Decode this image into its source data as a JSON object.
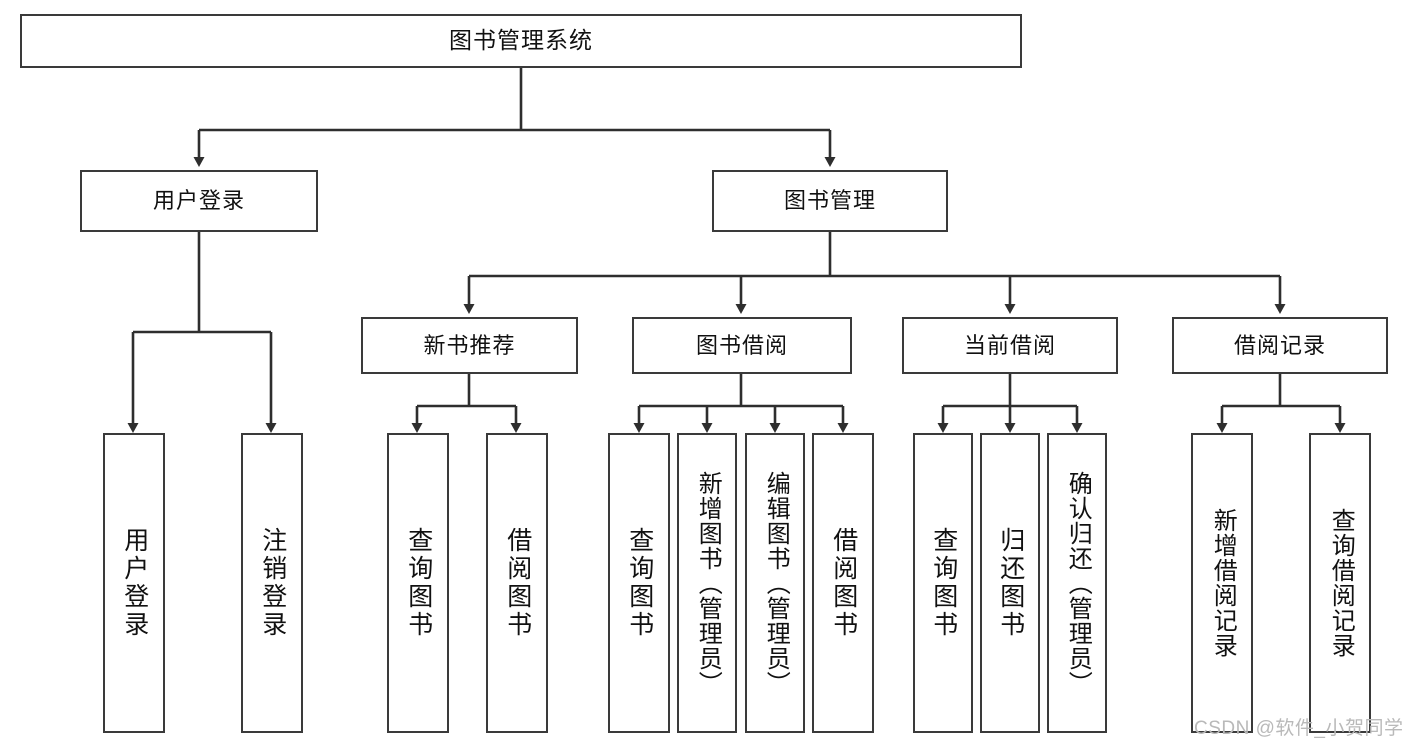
{
  "diagram": {
    "title": "图书管理系统",
    "type": "tree-hierarchy-chart",
    "stroke_color": "#3a3a3a",
    "fill_color": "#ffffff",
    "text_color": "#111111",
    "nodes": {
      "root": {
        "label": "图书管理系统"
      },
      "level2": [
        {
          "id": "user-login",
          "label": "用户登录"
        },
        {
          "id": "book-management",
          "label": "图书管理"
        }
      ],
      "level3": [
        {
          "id": "new-book-recommend",
          "label": "新书推荐"
        },
        {
          "id": "book-borrow",
          "label": "图书借阅"
        },
        {
          "id": "current-borrow",
          "label": "当前借阅"
        },
        {
          "id": "borrow-record",
          "label": "借阅记录"
        }
      ],
      "leaves": {
        "user_login": [
          {
            "id": "leaf-user-login",
            "label": "用户登录"
          },
          {
            "id": "leaf-logout-login",
            "label": "注销登录"
          }
        ],
        "new_book_recommend": [
          {
            "id": "leaf-query-book-1",
            "label": "查询图书"
          },
          {
            "id": "leaf-borrow-book-1",
            "label": "借阅图书"
          }
        ],
        "book_borrow": [
          {
            "id": "leaf-query-book-2",
            "label": "查询图书"
          },
          {
            "id": "leaf-add-book",
            "label": "新增图书（管理员）"
          },
          {
            "id": "leaf-edit-book",
            "label": "编辑图书（管理员）"
          },
          {
            "id": "leaf-borrow-book-2",
            "label": "借阅图书"
          }
        ],
        "current_borrow": [
          {
            "id": "leaf-query-book-3",
            "label": "查询图书"
          },
          {
            "id": "leaf-return-book",
            "label": "归还图书"
          },
          {
            "id": "leaf-confirm-return",
            "label": "确认归还（管理员）"
          }
        ],
        "borrow_record": [
          {
            "id": "leaf-add-record",
            "label": "新增借阅记录"
          },
          {
            "id": "leaf-query-record",
            "label": "查询借阅记录"
          }
        ]
      }
    }
  },
  "watermark": {
    "text": "CSDN @软件_小贺同学"
  }
}
